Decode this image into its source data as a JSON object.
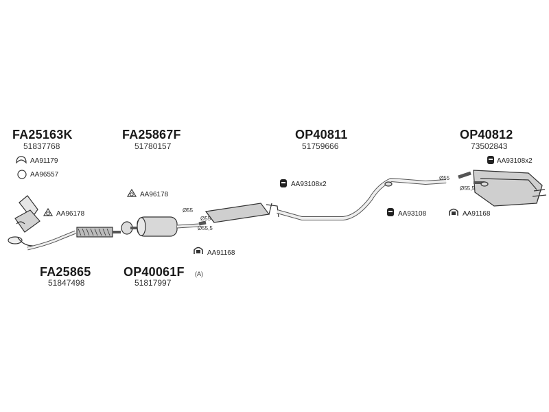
{
  "parts": {
    "fa25163k": {
      "code": "FA25163K",
      "number": "51837768"
    },
    "fa25867f": {
      "code": "FA25867F",
      "number": "51780157"
    },
    "op40811": {
      "code": "OP40811",
      "number": "51759666"
    },
    "op40812": {
      "code": "OP40812",
      "number": "73502843"
    },
    "fa25865": {
      "code": "FA25865",
      "number": "51847498"
    },
    "op40061f": {
      "code": "OP40061F",
      "suffix": "(A)",
      "number": "51817997"
    }
  },
  "accessories": {
    "aa91179": "AA91179",
    "aa96557": "AA96557",
    "aa96178_a": "AA96178",
    "aa96178_b": "AA96178",
    "aa93108x2_mid": "AA93108x2",
    "aa93108x2_rear": "AA93108x2",
    "aa93108": "AA93108",
    "aa91168_rear": "AA91168",
    "aa91168_mid": "AA91168"
  },
  "diameters": {
    "d55_a": "Ø55",
    "d555_a": "Ø55,5",
    "d55_b": "Ø55",
    "d555_b": "Ø55,5"
  },
  "icons": [
    "gasket-icon",
    "seal-ring-icon",
    "clamp-icon",
    "rubber-mount-icon"
  ]
}
